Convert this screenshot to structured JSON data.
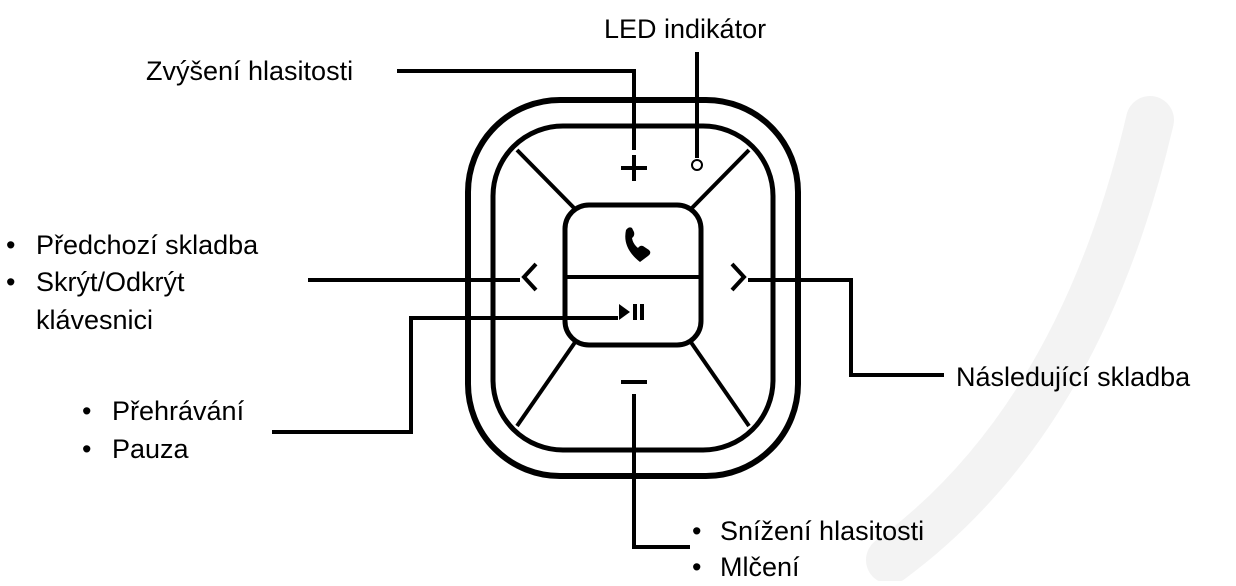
{
  "labels": {
    "led": "LED indikátor",
    "volume_up": "Zvýšení hlasitosti",
    "prev_track": "Předchozí skladba",
    "hide_keyboard_1": "Skrýt/Odkrýt",
    "hide_keyboard_2": "klávesnici",
    "play": "Přehrávání",
    "pause": "Pauza",
    "next_track": "Následující skladba",
    "volume_down": "Snížení hlasitosti",
    "mute": "Mlčení"
  },
  "bullet": "•",
  "colors": {
    "stroke": "#000000",
    "text": "#000000",
    "background": "#ffffff"
  },
  "icons": {
    "plus": "plus-icon",
    "minus": "minus-icon",
    "left": "chevron-left-icon",
    "right": "chevron-right-icon",
    "phone": "phone-icon",
    "play_pause": "play-pause-icon",
    "led": "led-icon"
  }
}
